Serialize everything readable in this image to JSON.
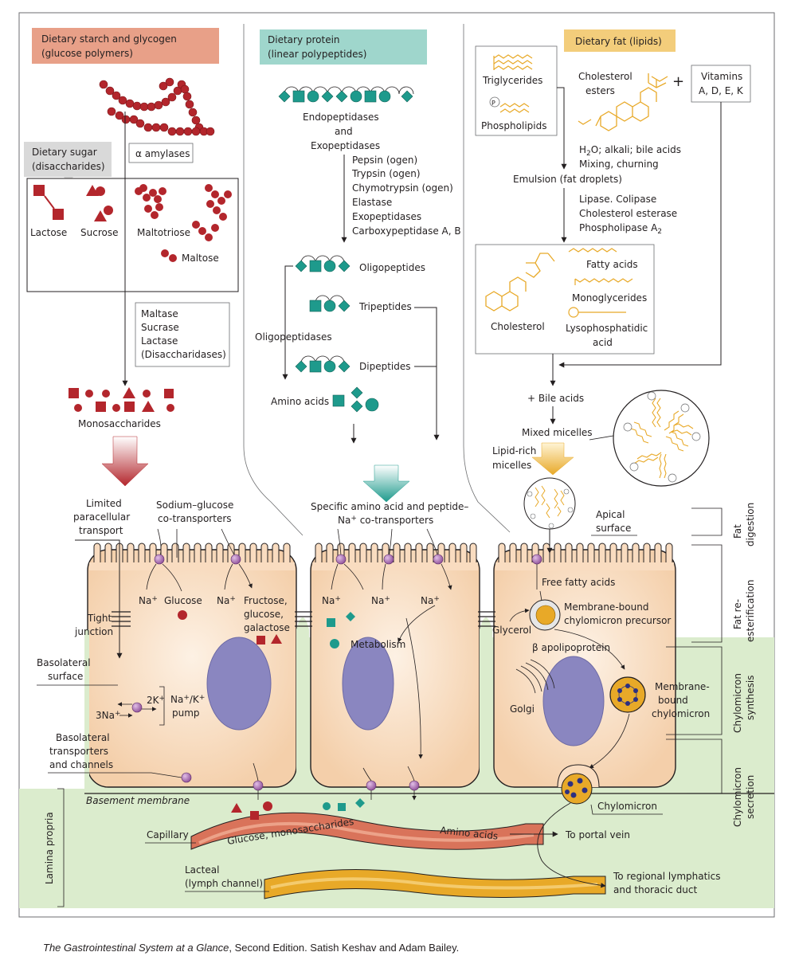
{
  "headers": {
    "starch_line1": "Dietary starch and glycogen",
    "starch_line2": "(glucose polymers)",
    "protein_line1": "Dietary protein",
    "protein_line2": "(linear polypeptides)",
    "fat": "Dietary fat (lipids)"
  },
  "carb": {
    "amylase": "α amylases",
    "sugar_line1": "Dietary sugar",
    "sugar_line2": "(disaccharides)",
    "lactose": "Lactose",
    "sucrose": "Sucrose",
    "maltotriose": "Maltotriose",
    "maltose": "Maltose",
    "enzymes": [
      "Maltase",
      "Sucrase",
      "Lactase",
      "(Disaccharidases)"
    ],
    "mono": "Monosaccharides"
  },
  "protein": {
    "endo": "Endopeptidases",
    "and": "and",
    "exo": "Exopeptidases",
    "enzymes": [
      "Pepsin (ogen)",
      "Trypsin (ogen)",
      "Chymotrypsin (ogen)",
      "Elastase",
      "Exopeptidases",
      "Carboxypeptidase A, B"
    ],
    "oligo": "Oligopeptides",
    "tri": "Tripeptides",
    "oligopeptidases": "Oligopeptidases",
    "di": "Dipeptides",
    "amino": "Amino acids"
  },
  "fat": {
    "trig": "Triglycerides",
    "phos": "Phospholipids",
    "chol_es_1": "Cholesterol",
    "chol_es_2": "esters",
    "plus": "+",
    "vit_1": "Vitamins",
    "vit_2": "A, D, E, K",
    "h2o_pre": "H",
    "h2o_sub": "2",
    "h2o_post": "O; alkali;  bile acids",
    "mixing": "Mixing, churning",
    "emulsion": "Emulsion (fat droplets)",
    "lipase": "Lipase. Colipase",
    "chol_esterase": "Cholesterol esterase",
    "phospholipase": "Phospholipase A",
    "phospholipase_sub": "2",
    "chol": "Cholesterol",
    "fa": "Fatty acids",
    "mono": "Monoglycerides",
    "lyso_1": "Lysophosphatidic",
    "lyso_2": "acid",
    "bile": "+ Bile acids",
    "mixed": "Mixed micelles",
    "lipid_rich_1": "Lipid-rich",
    "lipid_rich_2": "micelles"
  },
  "cells": {
    "limited_1": "Limited",
    "limited_2": "paracellular",
    "limited_3": "transport",
    "sglt_1": "Sodium–glucose",
    "sglt_2": "co-transporters",
    "aa_1": "Specific amino acid and peptide–",
    "aa_2_pre": "Na",
    "aa_2_sup": "+",
    "aa_2_post": " co-transporters",
    "apical_1": "Apical",
    "apical_2": "surface",
    "na": "Na",
    "plus_sup": "+",
    "glucose": "Glucose",
    "fructose_1": "Fructose,",
    "fructose_2": "glucose,",
    "fructose_3": "galactose",
    "tight_1": "Tight",
    "tight_2": "junction",
    "metabolism": "Metabolism",
    "ffa": "Free fatty acids",
    "glycerol": "Glycerol",
    "precursor_1": "Membrane-bound",
    "precursor_2": "chylomicron precursor",
    "apo": "β apolipoprotein",
    "golgi": "Golgi",
    "mbc_1": "Membrane-",
    "mbc_2": "bound",
    "mbc_3": "chylomicron",
    "baso_1": "Basolateral",
    "baso_2": "surface",
    "k_pre": "2K",
    "na3_pre": "3Na",
    "pump_1_pre": "Na",
    "pump_1_mid": "/K",
    "pump_2": "pump",
    "bt_1": "Basolateral",
    "bt_2": "transporters",
    "bt_3": "and channels",
    "basement": "Basement membrane",
    "lamina": "Lamina propria",
    "capillary": "Capillary",
    "gluc_mono": "Glucose, monosaccharides",
    "amino": "Amino acids",
    "portal": "To portal vein",
    "chylomicron": "Chylomicron",
    "lacteal_1": "Lacteal",
    "lacteal_2": "(lymph channel)",
    "regional_1": "To regional lymphatics",
    "regional_2": "and thoracic duct"
  },
  "side": {
    "fat_1": "Fat",
    "fat_2": "digestion",
    "ester_1": "Fat re-",
    "ester_2": "esterification",
    "syn_1": "Chylomicron",
    "syn_2": "synthesis",
    "sec_1": "Chylomicron",
    "sec_2": "secretion"
  },
  "caption": {
    "title": "The Gastrointestinal System at a Glance",
    "rest": ", Second Edition. Satish Keshav and Adam Bailey."
  },
  "colors": {
    "carb_red": "#b3262c",
    "protein_teal": "#1e9a8c",
    "fat_gold": "#e8a928",
    "cell_fill": "#f9dcc0",
    "nucleus": "#8a86c0",
    "lamina_green": "#dbeccd",
    "transporter": "#a76bb0"
  }
}
